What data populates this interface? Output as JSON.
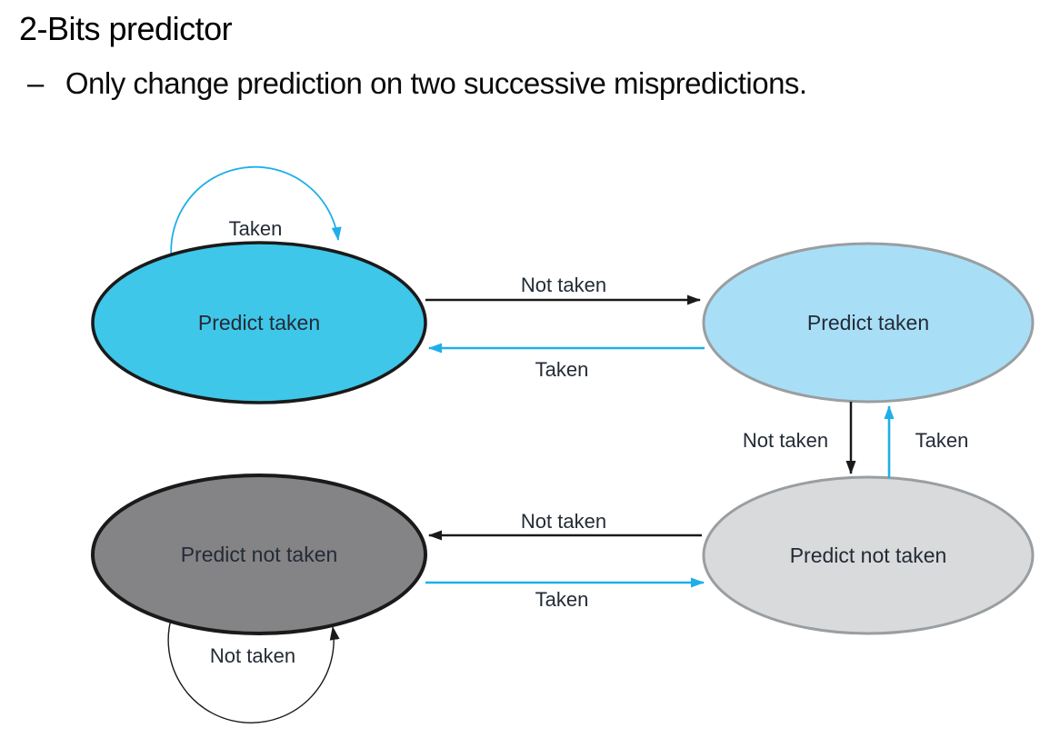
{
  "header": {
    "title": "2-Bits predictor",
    "bullet_marker": "–",
    "bullet_text": "Only change prediction on two successive mispredictions."
  },
  "colors": {
    "strong_taken_fill": "#3EC7E9",
    "strong_taken_stroke": "#1A1A1A",
    "weak_taken_fill": "#A8DFF7",
    "weak_taken_stroke": "#9A9EA1",
    "strong_not_taken_fill": "#848486",
    "strong_not_taken_stroke": "#1A1A1A",
    "weak_not_taken_fill": "#D8DADB",
    "weak_not_taken_stroke": "#9A9EA1",
    "taken_edge": "#1EAFE8",
    "not_taken_edge": "#1A1A1A",
    "label_text": "#242B36"
  },
  "diagram": {
    "states": [
      {
        "id": "predict-taken-strong",
        "label": "Predict taken"
      },
      {
        "id": "predict-taken-weak",
        "label": "Predict taken"
      },
      {
        "id": "predict-not-taken-strong",
        "label": "Predict not taken"
      },
      {
        "id": "predict-not-taken-weak",
        "label": "Predict not taken"
      }
    ],
    "edges": [
      {
        "id": "self-loop-taken-strong",
        "label": "Taken"
      },
      {
        "id": "taken-strong-to-taken-weak",
        "label": "Not taken"
      },
      {
        "id": "taken-weak-to-taken-strong",
        "label": "Taken"
      },
      {
        "id": "taken-weak-to-not-taken-weak",
        "label": "Not taken"
      },
      {
        "id": "not-taken-weak-to-taken-weak",
        "label": "Taken"
      },
      {
        "id": "not-taken-weak-to-not-taken-strong",
        "label": "Not taken"
      },
      {
        "id": "not-taken-strong-to-not-taken-weak",
        "label": "Taken"
      },
      {
        "id": "self-loop-not-taken-strong",
        "label": "Not taken"
      }
    ]
  }
}
